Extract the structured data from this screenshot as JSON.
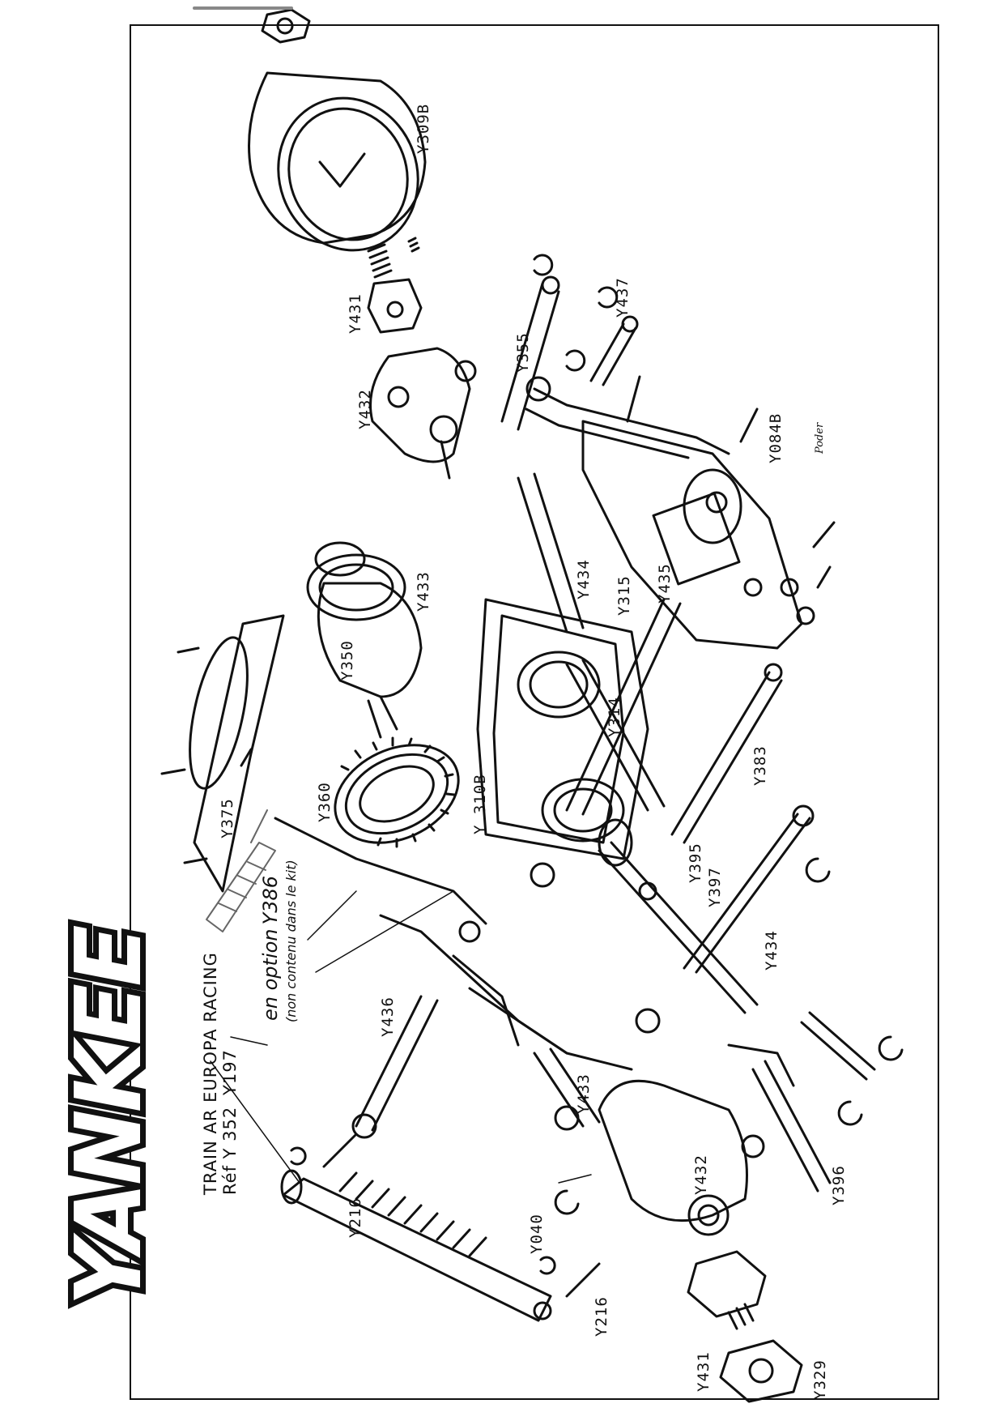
{
  "brand": {
    "logo_text": "YANKEE"
  },
  "header": {
    "line1": "TRAIN AR EUROPA RACING",
    "line2": "Réf Y 352",
    "shock_code": "Y197"
  },
  "option_note": {
    "main": "en option",
    "code": "Y386",
    "sub": "(non contenu dans le kit)"
  },
  "parts": [
    {
      "id": "p_y309b",
      "code": "Y309B"
    },
    {
      "id": "p_y431_top",
      "code": "Y431"
    },
    {
      "id": "p_y432_top",
      "code": "Y432"
    },
    {
      "id": "p_y355",
      "code": "Y355"
    },
    {
      "id": "p_y437",
      "code": "Y437"
    },
    {
      "id": "p_y084b",
      "code": "Y084B"
    },
    {
      "id": "p_y433_top",
      "code": "Y433"
    },
    {
      "id": "p_y434_top",
      "code": "Y434"
    },
    {
      "id": "p_y435",
      "code": "Y435"
    },
    {
      "id": "p_y315",
      "code": "Y315"
    },
    {
      "id": "p_y350",
      "code": "Y350"
    },
    {
      "id": "p_y314",
      "code": "Y314"
    },
    {
      "id": "p_y383",
      "code": "Y383"
    },
    {
      "id": "p_y375",
      "code": "Y375"
    },
    {
      "id": "p_y360",
      "code": "Y360"
    },
    {
      "id": "p_y310b",
      "code": "Y 310B"
    },
    {
      "id": "p_y395",
      "code": "Y395"
    },
    {
      "id": "p_y397",
      "code": "Y397"
    },
    {
      "id": "p_y434_bot",
      "code": "Y434"
    },
    {
      "id": "p_y436",
      "code": "Y436"
    },
    {
      "id": "p_y433_bot",
      "code": "Y433"
    },
    {
      "id": "p_y216_top",
      "code": "Y216"
    },
    {
      "id": "p_y040",
      "code": "Y040"
    },
    {
      "id": "p_y216_bot",
      "code": "Y216"
    },
    {
      "id": "p_y432_bot",
      "code": "Y432"
    },
    {
      "id": "p_y396",
      "code": "Y396"
    },
    {
      "id": "p_y431_bot",
      "code": "Y431"
    },
    {
      "id": "p_y329",
      "code": "Y329"
    }
  ],
  "signature": "Poder"
}
